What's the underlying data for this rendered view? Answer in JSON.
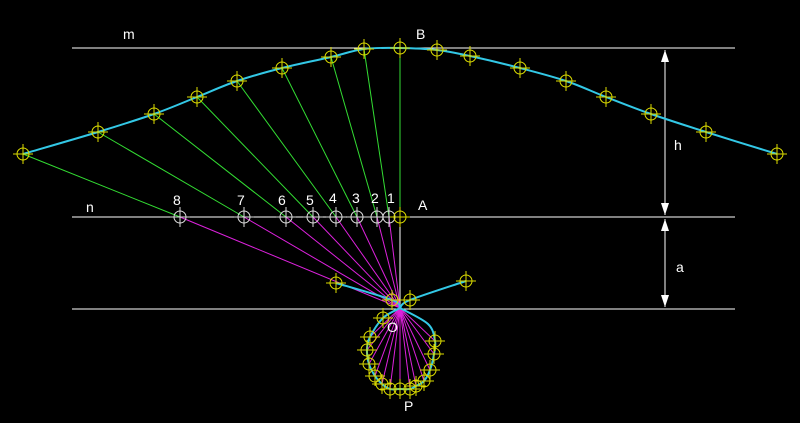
{
  "colors": {
    "background": "#000000",
    "baseline": "#ffffff",
    "curve": "#33c8e6",
    "ray_upper": "#33dd33",
    "ray_lower": "#dd22dd",
    "marker_circle": "#dddd00",
    "marker_cross": "#dddd00",
    "point_marker": "#dddddd",
    "label": "#ffffff"
  },
  "labels": {
    "m": "m",
    "n": "n",
    "B": "B",
    "A": "A",
    "O": "O",
    "P": "P",
    "h": "h",
    "a": "a"
  },
  "point_numbers": [
    "8",
    "7",
    "6",
    "5",
    "4",
    "3",
    "2",
    "1"
  ]
}
